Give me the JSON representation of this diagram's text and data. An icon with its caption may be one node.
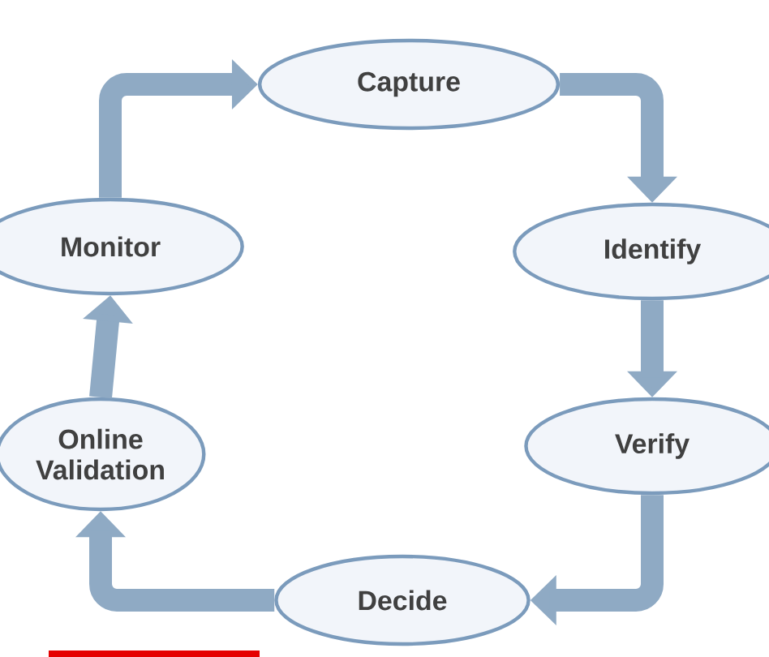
{
  "diagram": {
    "nodes": [
      {
        "text": [
          "Capture"
        ]
      },
      {
        "text": [
          "Identify"
        ]
      },
      {
        "text": [
          "Verify"
        ]
      },
      {
        "text": [
          "Decide"
        ]
      },
      {
        "text": [
          "Online Validation"
        ]
      },
      {
        "text": [
          "Monitor"
        ]
      }
    ],
    "edges": [
      {
        "from": 0,
        "to": 1,
        "arrow": "to"
      },
      {
        "from": 1,
        "to": 2,
        "arrow": "to"
      },
      {
        "from": 2,
        "to": 3,
        "arrow": "to"
      },
      {
        "from": 3,
        "to": 4,
        "arrow": "to"
      },
      {
        "from": 4,
        "to": 5,
        "arrow": "to"
      },
      {
        "from": 5,
        "to": 0,
        "arrow": "to"
      }
    ]
  }
}
